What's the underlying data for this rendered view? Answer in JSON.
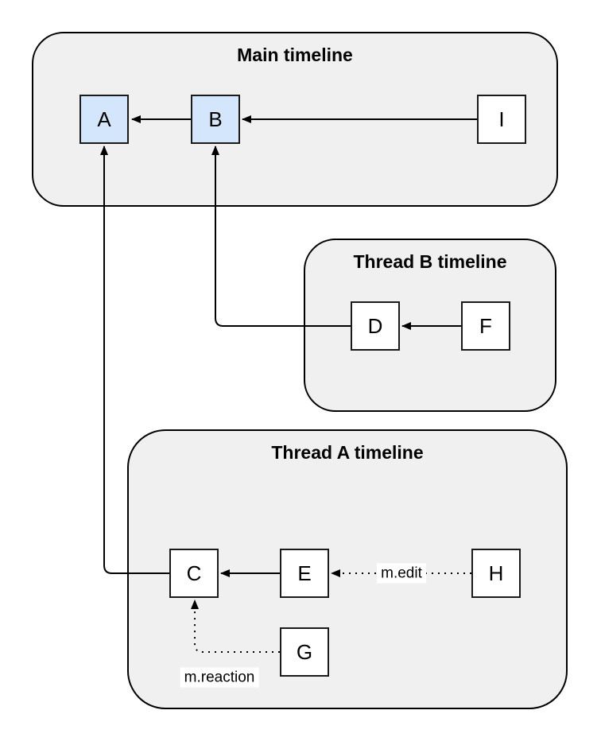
{
  "containers": {
    "main": {
      "title": "Main timeline",
      "nodes": [
        "A",
        "B",
        "I"
      ]
    },
    "thread_b": {
      "title": "Thread B timeline",
      "nodes": [
        "D",
        "F"
      ]
    },
    "thread_a": {
      "title": "Thread A timeline",
      "nodes": [
        "C",
        "E",
        "H",
        "G"
      ]
    }
  },
  "nodes": {
    "a": {
      "label": "A",
      "highlighted": true
    },
    "b": {
      "label": "B",
      "highlighted": true
    },
    "i": {
      "label": "I",
      "highlighted": false
    },
    "d": {
      "label": "D",
      "highlighted": false
    },
    "f": {
      "label": "F",
      "highlighted": false
    },
    "c": {
      "label": "C",
      "highlighted": false
    },
    "e": {
      "label": "E",
      "highlighted": false
    },
    "h": {
      "label": "H",
      "highlighted": false
    },
    "g": {
      "label": "G",
      "highlighted": false
    }
  },
  "edges": [
    {
      "from": "B",
      "to": "A",
      "style": "solid"
    },
    {
      "from": "I",
      "to": "B",
      "style": "solid"
    },
    {
      "from": "D",
      "to": "B",
      "style": "solid"
    },
    {
      "from": "F",
      "to": "D",
      "style": "solid"
    },
    {
      "from": "C",
      "to": "A",
      "style": "solid"
    },
    {
      "from": "E",
      "to": "C",
      "style": "solid"
    },
    {
      "from": "H",
      "to": "E",
      "style": "dotted",
      "label": "m.edit"
    },
    {
      "from": "G",
      "to": "C",
      "style": "dotted",
      "label": "m.reaction"
    }
  ],
  "edge_labels": {
    "m_edit": "m.edit",
    "m_reaction": "m.reaction"
  },
  "colors": {
    "container_fill": "#f0f0f0",
    "node_fill": "#ffffff",
    "highlight_node_fill": "#d4e6fb",
    "stroke": "#000000",
    "text": "#000000",
    "page_background": "#ffffff"
  }
}
